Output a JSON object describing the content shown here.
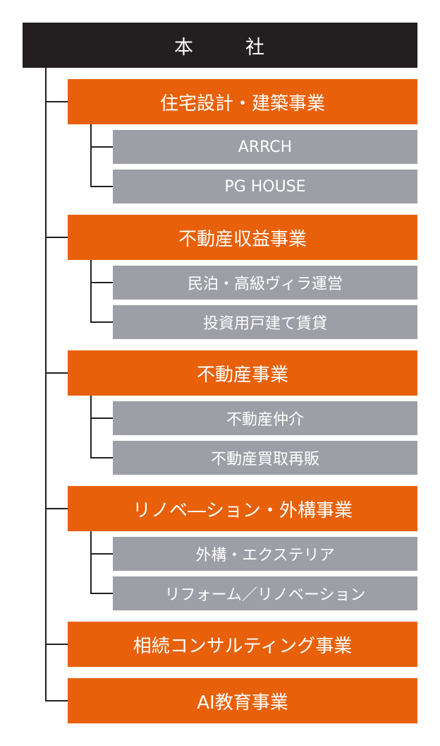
{
  "root": {
    "label_left": "本",
    "label_right": "社"
  },
  "divisions": [
    {
      "label": "住宅設計・建築事業",
      "units": [
        "ARRCH",
        "PG HOUSE"
      ]
    },
    {
      "label": "不動産収益事業",
      "units": [
        "民泊・高級ヴィラ運営",
        "投資用戸建て賃貸"
      ]
    },
    {
      "label": "不動産事業",
      "units": [
        "不動産仲介",
        "不動産買取再販"
      ]
    },
    {
      "label": "リノベ―ション・外構事業",
      "units": [
        "外構・エクステリア",
        "リフォーム／リノベーション"
      ]
    },
    {
      "label": "相続コンサルティング事業",
      "units": []
    },
    {
      "label": "AI教育事業",
      "units": []
    }
  ],
  "colors": {
    "root": "#231f20",
    "division": "#e8600a",
    "unit": "#9e9fa6",
    "connector": "#231f20"
  }
}
